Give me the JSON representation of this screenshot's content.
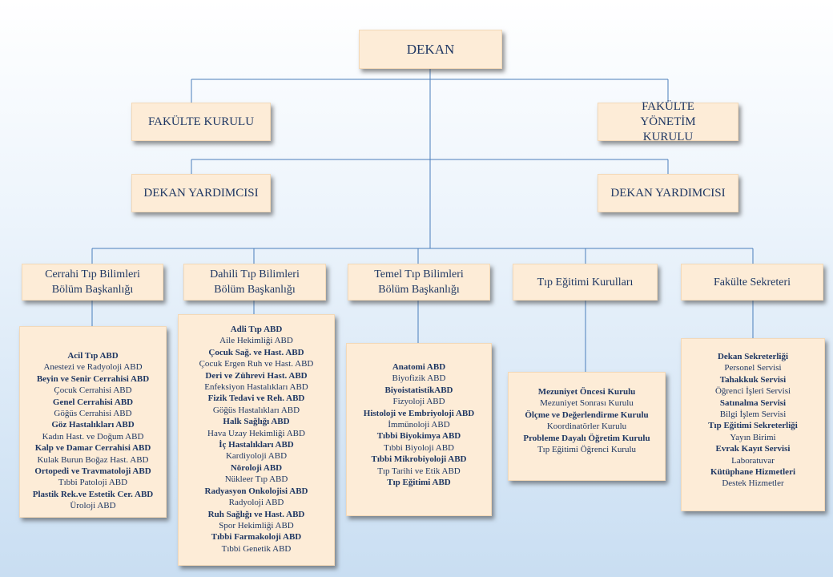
{
  "dekan": "DEKAN",
  "fakulte_kurulu": "FAKÜLTE KURULU",
  "fakulte_yonetim_kurulu": "FAKÜLTE YÖNETİM KURULU",
  "dekan_yardimcisi_left": "DEKAN YARDIMCISI",
  "dekan_yardimcisi_right": "DEKAN YARDIMCISI",
  "departments": [
    {
      "title": "Cerrahi Tıp Bilimleri Bölüm Başkanlığı",
      "items": [
        {
          "text": "Acil Tıp ABD",
          "bold": true
        },
        {
          "text": "Anestezi ve Radyoloji ABD",
          "bold": false
        },
        {
          "text": "Beyin ve Senir Cerrahisi ABD",
          "bold": true
        },
        {
          "text": "Çocuk Cerrahisi ABD",
          "bold": false
        },
        {
          "text": "Genel Cerrahisi ABD",
          "bold": true
        },
        {
          "text": "Göğüs Cerrahisi ABD",
          "bold": false
        },
        {
          "text": "Göz Hastalıkları ABD",
          "bold": true
        },
        {
          "text": "Kadın Hast. ve Doğum ABD",
          "bold": false
        },
        {
          "text": "Kalp ve Damar Cerrahisi ABD",
          "bold": true
        },
        {
          "text": "Kulak Burun Boğaz Hast. ABD",
          "bold": false
        },
        {
          "text": "Ortopedi ve Travmatoloji ABD",
          "bold": true
        },
        {
          "text": "Tıbbi Patoloji ABD",
          "bold": false
        },
        {
          "text": "Plastik Rek.ve Estetik Cer. ABD",
          "bold": true
        },
        {
          "text": "Üroloji ABD",
          "bold": false
        }
      ]
    },
    {
      "title": "Dahili Tıp Bilimleri Bölüm Başkanlığı",
      "items": [
        {
          "text": "Adli Tıp ABD",
          "bold": true
        },
        {
          "text": "Aile Hekimliği ABD",
          "bold": false
        },
        {
          "text": "Çocuk Sağ. ve Hast. ABD",
          "bold": true
        },
        {
          "text": "Çocuk Ergen Ruh ve Hast. ABD",
          "bold": false
        },
        {
          "text": "Deri ve Zührevi Hast. ABD",
          "bold": true
        },
        {
          "text": "Enfeksiyon Hastalıkları ABD",
          "bold": false
        },
        {
          "text": "Fizik Tedavi ve Reh. ABD",
          "bold": true
        },
        {
          "text": "Göğüs Hastalıkları ABD",
          "bold": false
        },
        {
          "text": "Halk Sağlığı ABD",
          "bold": true
        },
        {
          "text": "Hava Uzay Hekimliği ABD",
          "bold": false
        },
        {
          "text": "İç Hastalıkları ABD",
          "bold": true
        },
        {
          "text": "Kardiyoloji ABD",
          "bold": false
        },
        {
          "text": "Nöroloji ABD",
          "bold": true
        },
        {
          "text": "Nükleer Tıp ABD",
          "bold": false
        },
        {
          "text": "Radyasyon Onkolojisi ABD",
          "bold": true
        },
        {
          "text": "Radyoloji ABD",
          "bold": false
        },
        {
          "text": "Ruh Sağlığı ve Hast. ABD",
          "bold": true
        },
        {
          "text": "Spor Hekimliği ABD",
          "bold": false
        },
        {
          "text": "Tıbbi Farmakoloji ABD",
          "bold": true
        },
        {
          "text": "Tıbbi Genetik ABD",
          "bold": false
        }
      ]
    },
    {
      "title": "Temel Tıp Bilimleri Bölüm Başkanlığı",
      "items": [
        {
          "text": "Anatomi ABD",
          "bold": true
        },
        {
          "text": "Biyofizik ABD",
          "bold": false
        },
        {
          "text": "BiyoistatistikABD",
          "bold": true
        },
        {
          "text": "Fizyoloji ABD",
          "bold": false
        },
        {
          "text": "Histoloji ve Embriyoloji ABD",
          "bold": true
        },
        {
          "text": "İmmünoloji ABD",
          "bold": false
        },
        {
          "text": "Tıbbi Biyokimya ABD",
          "bold": true
        },
        {
          "text": "Tıbbi Biyoloji ABD",
          "bold": false
        },
        {
          "text": "Tıbbi Mikrobiyoloji ABD",
          "bold": true
        },
        {
          "text": "Tıp Tarihi ve Etik ABD",
          "bold": false
        },
        {
          "text": "Tıp Eğitimi ABD",
          "bold": true
        }
      ]
    },
    {
      "title": "Tıp Eğitimi Kurulları",
      "items": [
        {
          "text": "Mezuniyet Öncesi Kurulu",
          "bold": true
        },
        {
          "text": "Mezuniyet Sonrası Kurulu",
          "bold": false
        },
        {
          "text": "Ölçme ve Değerlendirme Kurulu",
          "bold": true
        },
        {
          "text": "Koordinatörler Kurulu",
          "bold": false
        },
        {
          "text": "Probleme Dayalı Öğretim Kurulu",
          "bold": true
        },
        {
          "text": "Tıp Eğitimi Öğrenci Kurulu",
          "bold": false
        }
      ]
    },
    {
      "title": "Fakülte Sekreteri",
      "items": [
        {
          "text": "Dekan Sekreterliği",
          "bold": true
        },
        {
          "text": "Personel Servisi",
          "bold": false
        },
        {
          "text": "Tahakkuk Servisi",
          "bold": true
        },
        {
          "text": "Öğrenci İşleri Servisi",
          "bold": false
        },
        {
          "text": "Satınalma Servisi",
          "bold": true
        },
        {
          "text": "Bilgi İşlem Servisi",
          "bold": false
        },
        {
          "text": "Tıp Eğitimi Sekreterliği",
          "bold": true
        },
        {
          "text": "Yayın Birimi",
          "bold": false
        },
        {
          "text": "Evrak Kayıt Servisi",
          "bold": true
        },
        {
          "text": "Laboratuvar",
          "bold": false
        },
        {
          "text": "Kütüphane Hizmetleri",
          "bold": true
        },
        {
          "text": "Destek Hizmetler",
          "bold": false
        }
      ]
    }
  ]
}
